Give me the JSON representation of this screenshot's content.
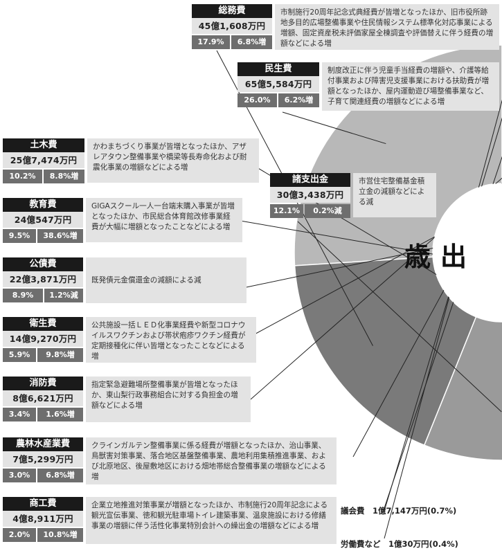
{
  "title": "歳出",
  "chart_data": {
    "type": "pie",
    "unit": "万円",
    "slices": [
      {
        "name": "民生費",
        "amount": "65億5,584万円",
        "share": 26.0,
        "change": "6.2%増",
        "note": "制度改正に伴う児童手当経費の増額や、介護等給付事業および障害児支援事業における扶助費が増額となったほか、屋内運動遊び場整備事業など、子育て関連経費の増額などによる増",
        "color": "#b8b8b8"
      },
      {
        "name": "総務費",
        "amount": "45億1,608万円",
        "share": 17.9,
        "change": "6.8%増",
        "note": "市制施行20周年記念式典経費が皆増となったほか、旧市役所跡地多目的広場整備事業や住民情報システム標準化対応事業による増額、固定資産税未評価家屋全棟調査や評価替えに伴う経費の増額などによる増",
        "color": "#7a7a7a"
      },
      {
        "name": "諸支出金",
        "amount": "30億3,438万円",
        "share": 12.1,
        "change": "0.2%減",
        "note": "市営住宅整備基金積立金の減額などによる減",
        "color": "#9a9a9a"
      },
      {
        "name": "土木費",
        "amount": "25億7,474万円",
        "share": 10.2,
        "change": "8.8%増",
        "note": "かわまちづくり事業が皆増となったほか、アザレアタウン整備事業や橋梁等長寿命化および耐震化事業の増額などによる増",
        "color": "#6a6a6a"
      },
      {
        "name": "教育費",
        "amount": "24億547万円",
        "share": 9.5,
        "change": "38.6%増",
        "note": "GIGAスクール一人一台端末購入事業が皆増となったほか、市民総合体育館改修事業経費が大幅に増額となったことなどによる増",
        "color": "#b0b0b0"
      },
      {
        "name": "公債費",
        "amount": "22億3,871万円",
        "share": 8.9,
        "change": "1.2%減",
        "note": "既発債元金償還金の減額による減",
        "color": "#8c8c8c"
      },
      {
        "name": "衛生費",
        "amount": "14億9,270万円",
        "share": 5.9,
        "change": "9.8%増",
        "note": "公共施設一括ＬＥＤ化事業経費や新型コロナウイルスワクチンおよび帯状疱疹ワクチン経費が定期接種化に伴い皆増となったことなどによる増",
        "color": "#555555"
      },
      {
        "name": "消防費",
        "amount": "8億6,621万円",
        "share": 3.4,
        "change": "1.6%増",
        "note": "指定緊急避難場所整備事業が皆増となったほか、東山梨行政事務組合に対する負担金の増額などによる増",
        "color": "#a2a2a2"
      },
      {
        "name": "農林水産業費",
        "amount": "7億5,299万円",
        "share": 3.0,
        "change": "6.8%増",
        "note": "クラインガルテン整備事業に係る経費が増額となったほか、治山事業、鳥獣害対策事業、落合地区基盤整備事業、農地利用集積推進事業、および北原地区、後屋敷地区における畑地帯総合整備事業の増額などによる増",
        "color": "#c8c8c8"
      },
      {
        "name": "商工費",
        "amount": "4億8,911万円",
        "share": 2.0,
        "change": "10.8%増",
        "note": "企業立地推進対策事業が増額となったほか、市制施行20周年記念による観光宣伝事業、徳和観光駐車場トイレ建築事業、温泉施設における修繕事業の増額に伴う活性化事業特別会計への繰出金の増額などによる増",
        "color": "#8f8f8f"
      },
      {
        "name": "議会費",
        "amount": "1億7,147万円",
        "share": 0.7,
        "label": "議会費　1億7,147万円(0.7%)",
        "color": "#d9d9d9"
      },
      {
        "name": "労働費など",
        "amount": "1億30万円",
        "share": 0.4,
        "label": "労働費など　1億30万円(0.4%)",
        "color": "#ececec"
      }
    ]
  }
}
